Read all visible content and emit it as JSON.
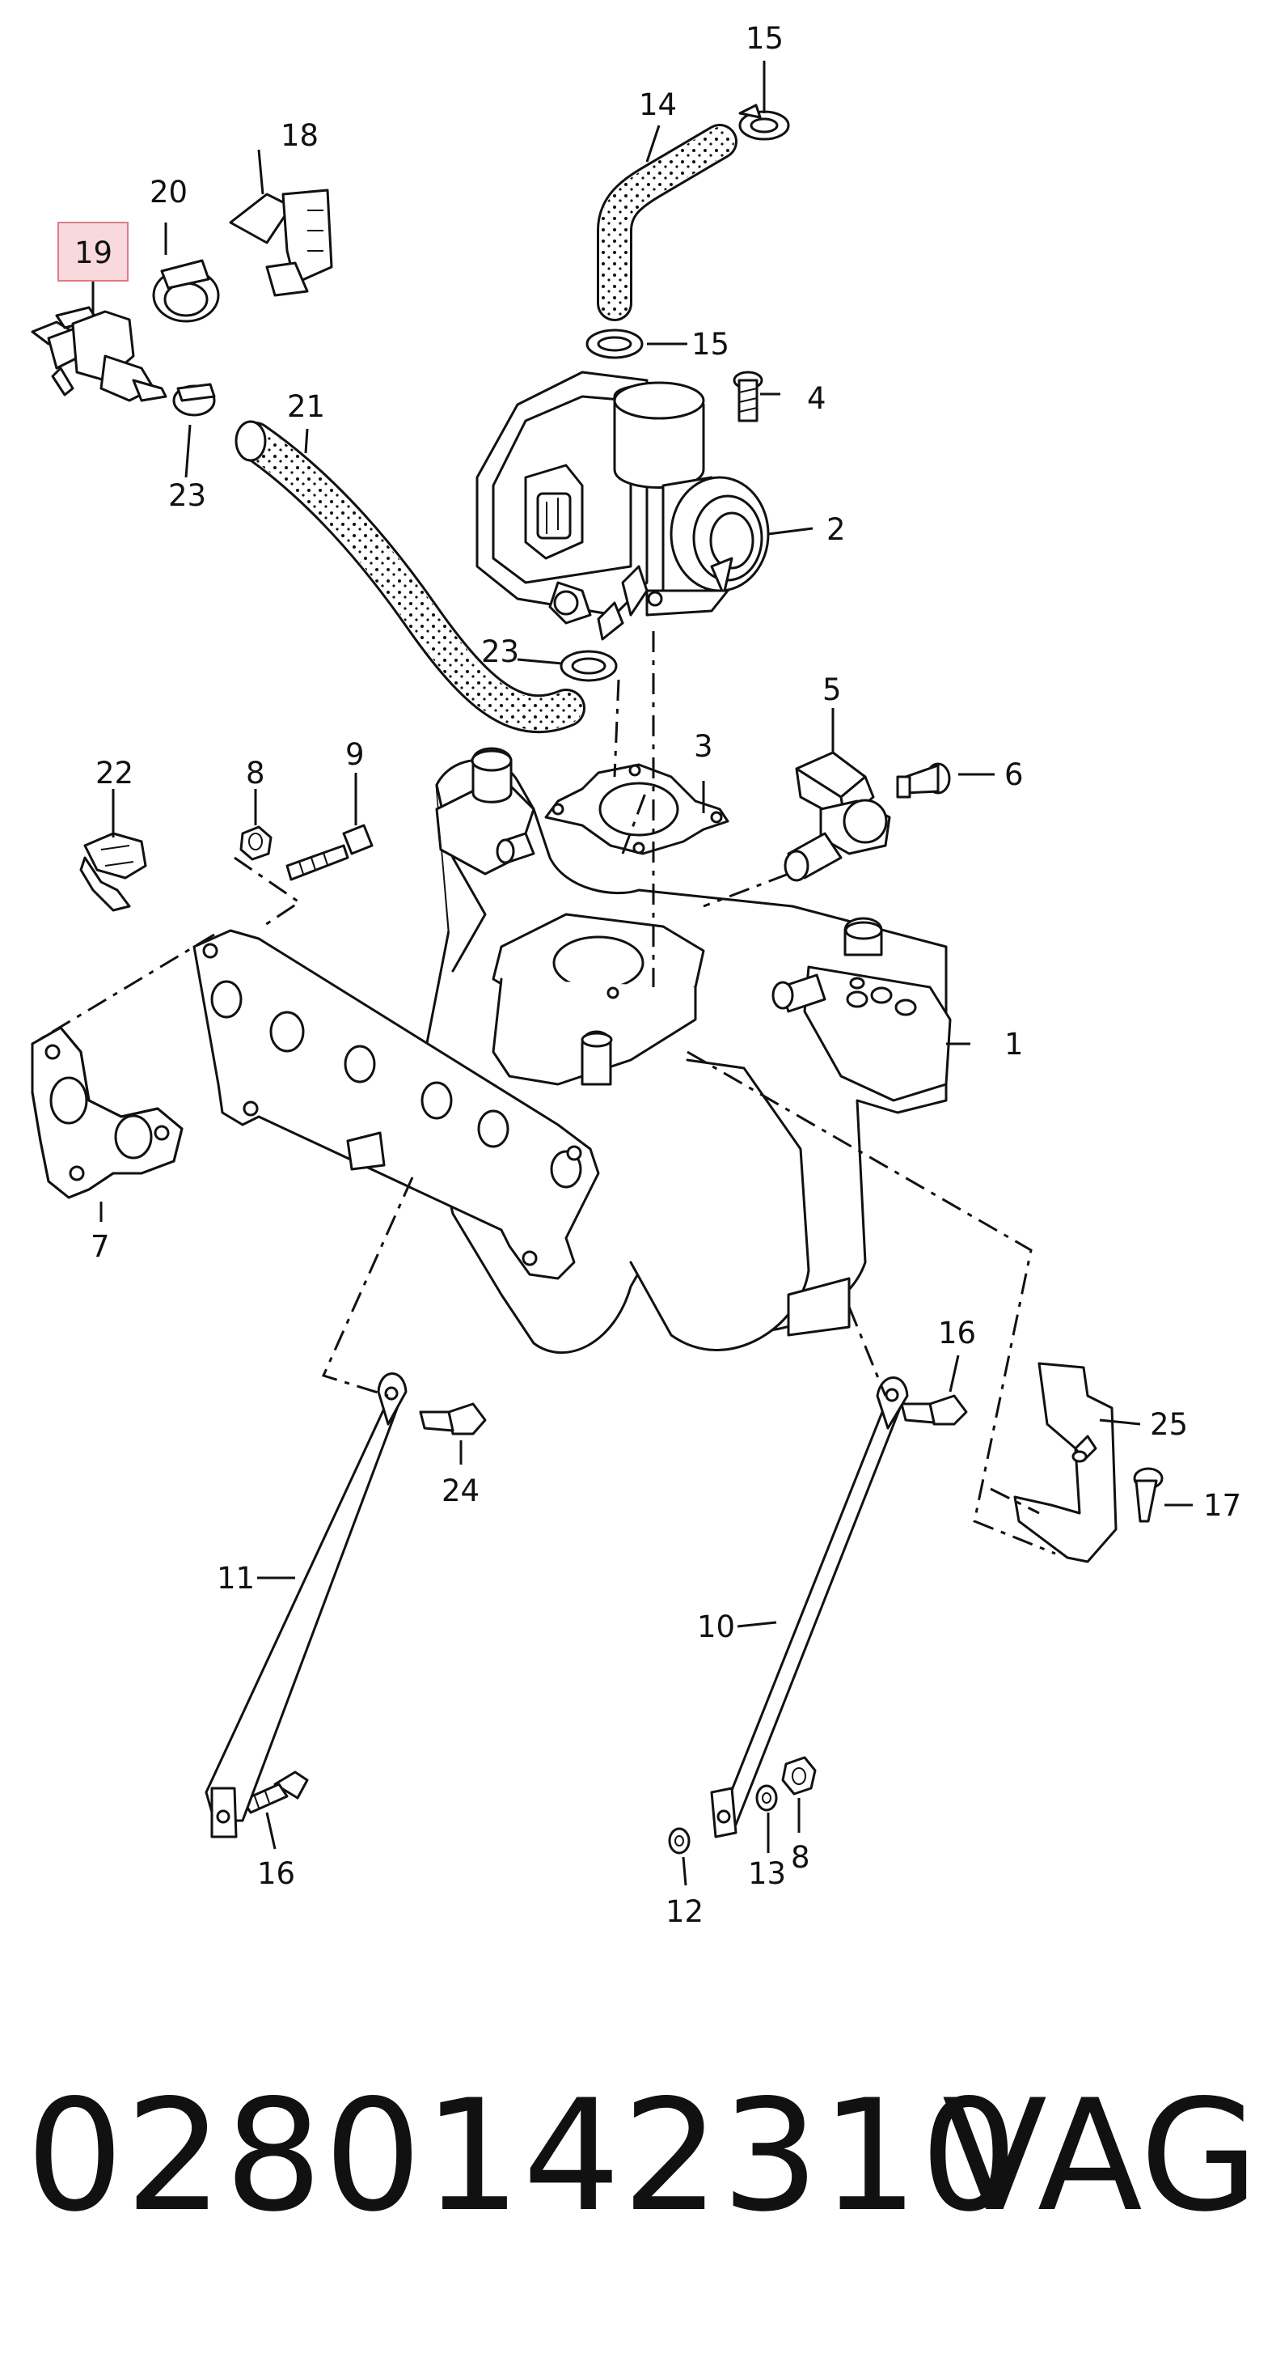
{
  "callouts": {
    "c1": "1",
    "c2": "2",
    "c3": "3",
    "c4": "4",
    "c5": "5",
    "c6": "6",
    "c7": "7",
    "c8a": "8",
    "c8b": "8",
    "c9": "9",
    "c10": "10",
    "c11": "11",
    "c12": "12",
    "c13": "13",
    "c14": "14",
    "c15a": "15",
    "c15b": "15",
    "c16a": "16",
    "c16b": "16",
    "c17": "17",
    "c18": "18",
    "c19": "19",
    "c20": "20",
    "c21": "21",
    "c22": "22",
    "c23a": "23",
    "c23b": "23",
    "c24": "24",
    "c25": "25"
  },
  "highlight": {
    "callout": "19",
    "fill": "#f7d9de",
    "stroke": "#e07a8a"
  },
  "footer": {
    "part_number": "0280142310",
    "brand": "VAG"
  }
}
